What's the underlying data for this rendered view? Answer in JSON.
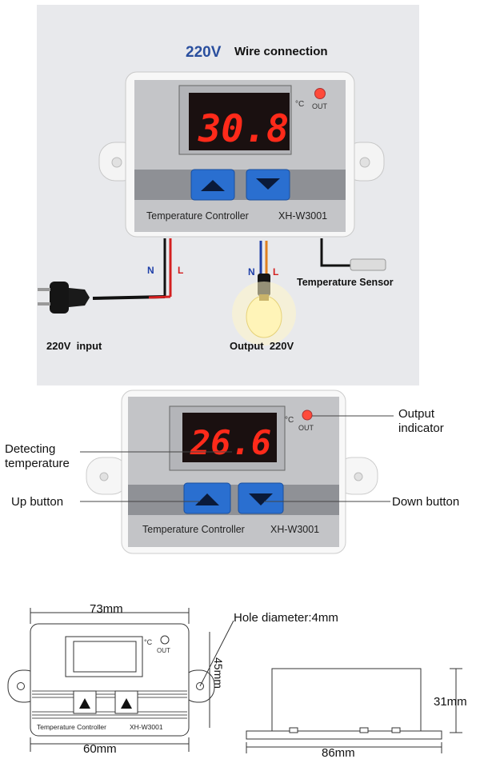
{
  "panel1": {
    "title_voltage": "220V",
    "title_text": "Wire connection",
    "display_value": "30.8",
    "unit": "°C",
    "out_label": "OUT",
    "brand": "Temperature Controller",
    "model": "XH-W3001",
    "wire_n_input": "N",
    "wire_l_input": "L",
    "wire_n_output": "N",
    "wire_l_output": "L",
    "sensor_label": "Temperature Sensor",
    "input_label": "220V  input",
    "output_label": "Output  220V"
  },
  "panel2": {
    "display_value": "26.6",
    "unit": "°C",
    "out_label": "OUT",
    "brand": "Temperature Controller",
    "model": "XH-W3001",
    "callout_output_1": "Output",
    "callout_output_2": "indicator",
    "callout_detect_1": "Detecting",
    "callout_detect_2": "temperature",
    "callout_up": "Up button",
    "callout_down": "Down button"
  },
  "panel3": {
    "width_top": "73mm",
    "hole": "Hole diameter:4mm",
    "height_front": "45mm",
    "width_bottom": "60mm",
    "unit": "°C",
    "out_label": "OUT",
    "brand": "Temperature Controller",
    "model": "XH-W3001",
    "side_height": "31mm",
    "side_width": "86mm"
  },
  "colors": {
    "display_red": "#ff2a1a",
    "button_blue": "#2a6fd0",
    "title_blue": "#2a4f9e",
    "wire_red": "#d42020",
    "wire_blue": "#1f3fa8"
  }
}
